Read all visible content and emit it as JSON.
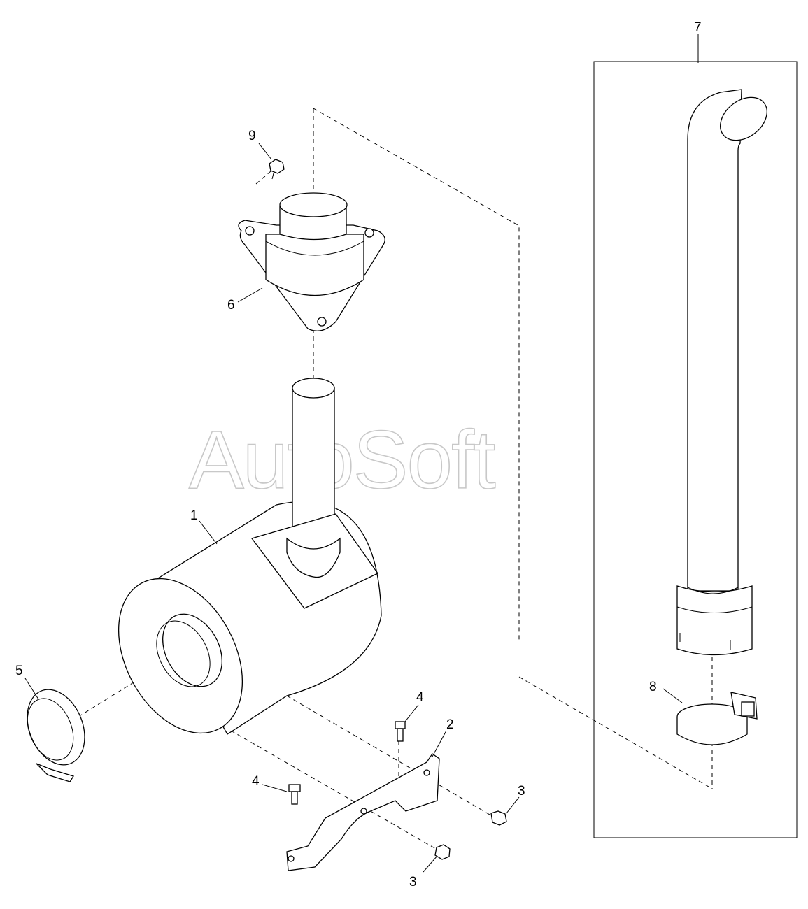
{
  "watermark": "AutoSoft",
  "callouts": {
    "c1": "1",
    "c2": "2",
    "c3a": "3",
    "c3b": "3",
    "c4a": "4",
    "c4b": "4",
    "c5": "5",
    "c6": "6",
    "c7": "7",
    "c8": "8",
    "c9": "9"
  }
}
